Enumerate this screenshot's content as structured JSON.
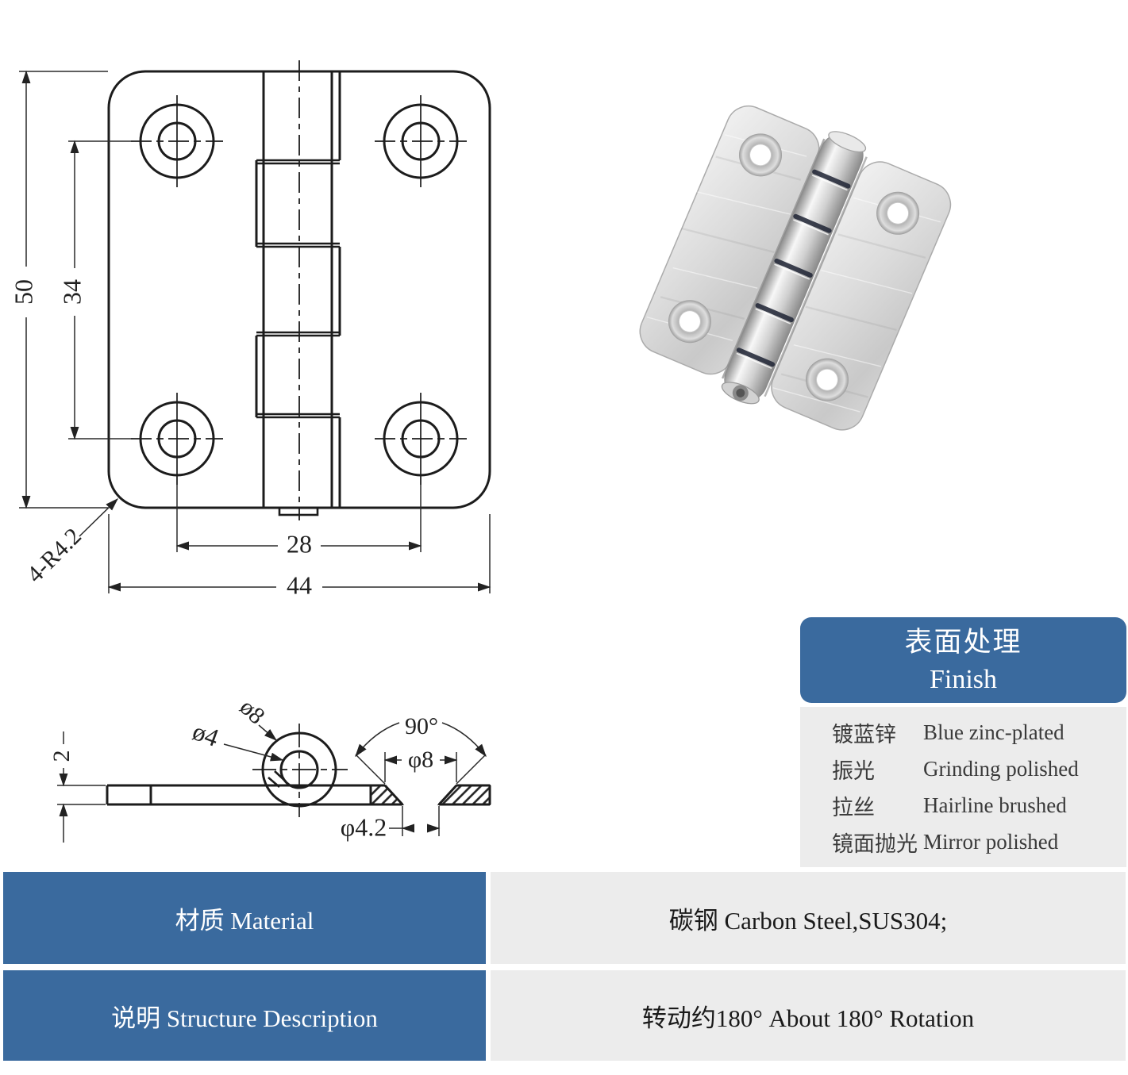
{
  "front_view": {
    "overall_height": "50",
    "hole_spacing_vertical": "34",
    "hole_spacing_horizontal": "28",
    "overall_width": "44",
    "corner_radius": "4-R4.2"
  },
  "side_view": {
    "plate_thickness": "2",
    "knuckle_diameter": "ø8",
    "pin_diameter": "ø4",
    "countersink_angle": "90°",
    "countersink_diameter": "φ8",
    "hole_diameter": "φ4.2"
  },
  "finish_panel": {
    "title_zh": "表面处理",
    "title_en": "Finish",
    "rows": [
      {
        "zh": "镀蓝锌",
        "en": "Blue zinc-plated"
      },
      {
        "zh": "振光",
        "en": "Grinding polished"
      },
      {
        "zh": "拉丝",
        "en": "Hairline brushed"
      },
      {
        "zh": "镜面抛光",
        "en": "Mirror polished"
      }
    ]
  },
  "spec_table": {
    "rows": [
      {
        "label": "材质 Material",
        "value": "碳钢  Carbon Steel,SUS304;"
      },
      {
        "label": "说明 Structure Description",
        "value": "转动约180°   About 180°   Rotation"
      }
    ]
  },
  "colors": {
    "accent_blue": "#3a6a9e",
    "panel_gray": "#ececec",
    "line_color": "#1c1c1c"
  }
}
